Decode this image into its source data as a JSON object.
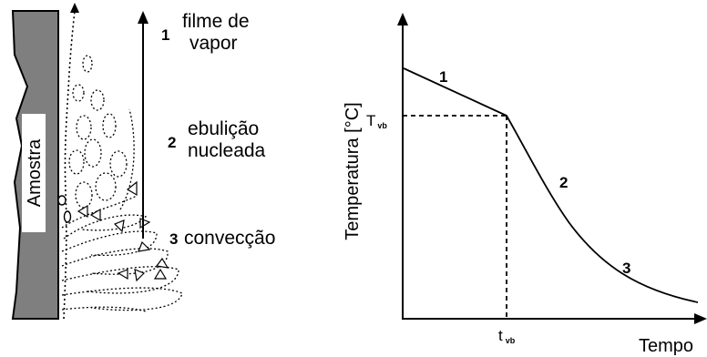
{
  "left_diagram": {
    "sample_label": "Amostra",
    "stages": [
      {
        "number": "1",
        "lines": [
          "filme de",
          "vapor"
        ]
      },
      {
        "number": "2",
        "lines": [
          "ebulição",
          "nucleada"
        ]
      },
      {
        "number": "3",
        "lines": [
          "convecção"
        ]
      }
    ]
  },
  "chart": {
    "ylabel": "Temperatura [°C]",
    "xlabel": "Tempo",
    "y_marker": {
      "main": "T",
      "sub": "vb"
    },
    "x_marker": {
      "main": "t",
      "sub": "vb"
    },
    "curve_labels": [
      "1",
      "2",
      "3"
    ]
  },
  "chart_data": {
    "type": "line",
    "title": "",
    "xlabel": "Tempo",
    "ylabel": "Temperatura [°C]",
    "x": [
      0,
      1,
      2,
      3,
      4,
      5,
      6,
      7,
      8,
      9
    ],
    "series": [
      {
        "values": [
          100,
          94,
          88,
          82,
          76,
          55,
          33,
          17,
          8,
          4
        ]
      }
    ],
    "annotations": [
      "1",
      "2",
      "3",
      "Tvb",
      "tvb"
    ],
    "grid": false
  }
}
